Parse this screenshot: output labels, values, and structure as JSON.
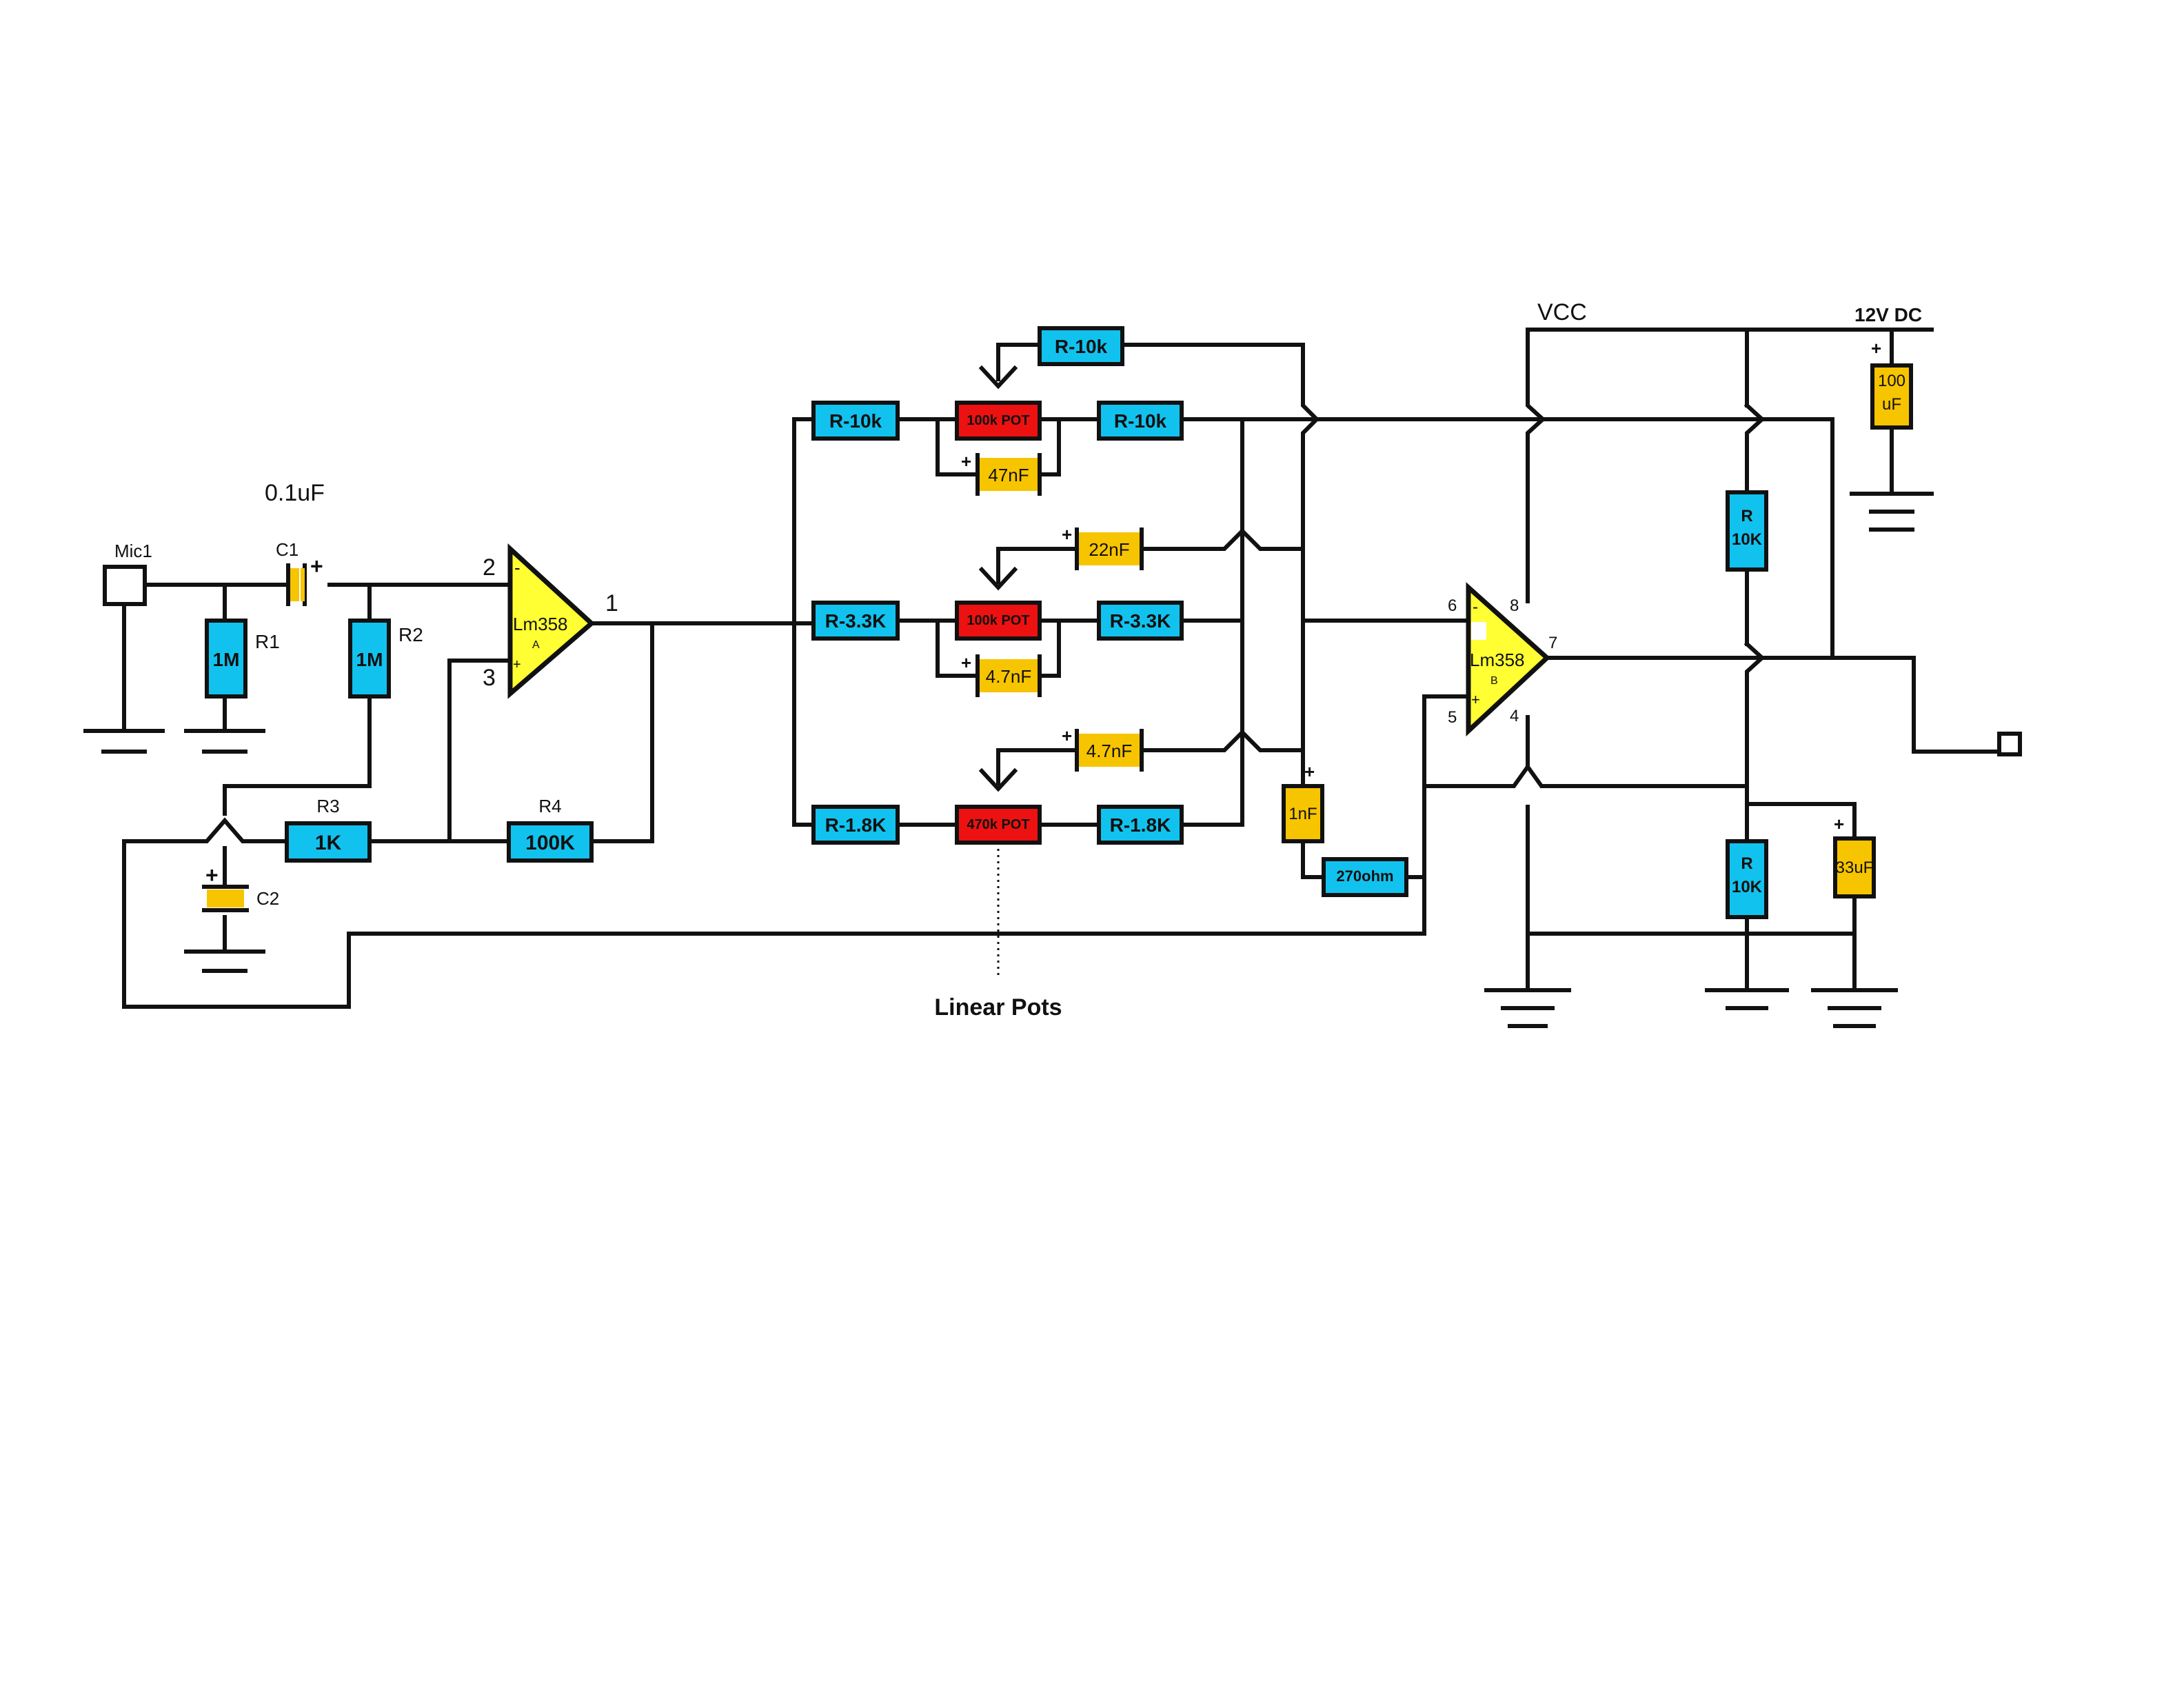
{
  "labels": {
    "mic": "Mic1",
    "c1_value": "0.1uF",
    "c1": "C1",
    "r1_value": "1M",
    "r1": "R1",
    "r2_value": "1M",
    "r2": "R2",
    "r3": "R3",
    "r3_value": "1K",
    "r4": "R4",
    "r4_value": "100K",
    "c2": "C2",
    "opamp_a": "Lm358",
    "opamp_a_unit": "A",
    "pin2": "2",
    "pin3": "3",
    "pin1": "1",
    "r_top_feedback": "R-10k",
    "r_row1_left": "R-10k",
    "pot_row1": "100k POT",
    "r_row1_right": "R-10k",
    "cap_row1": "47nF",
    "cap_row2_top": "22nF",
    "r_row2_left": "R-3.3K",
    "pot_row2": "100k POT",
    "r_row2_right": "R-3.3K",
    "cap_row2": "4.7nF",
    "cap_row3_top": "4.7nF",
    "r_row3_left": "R-1.8K",
    "pot_row3": "470k POT",
    "r_row3_right": "R-1.8K",
    "linear_pots": "Linear Pots",
    "cap_1nf": "1nF",
    "r_270": "270ohm",
    "vcc": "VCC",
    "supply": "12V DC",
    "cap_100uf_line1": "100",
    "cap_100uf_line2": "uF",
    "r_bias_top_line1": "R",
    "r_bias_top_line2": "10K",
    "r_bias_bot_line1": "R",
    "r_bias_bot_line2": "10K",
    "cap_33uf": "33uF",
    "opamp_b": "Lm358",
    "opamp_b_unit": "B",
    "pin6": "6",
    "pin5": "5",
    "pin8": "8",
    "pin4": "4",
    "pin7": "7",
    "plus": "+",
    "minus": "-"
  },
  "colors": {
    "resistor": "#12c2ee",
    "potentiometer": "#ee1111",
    "capacitor": "#f7c400",
    "opamp": "#ffff33",
    "wire": "#111111"
  }
}
